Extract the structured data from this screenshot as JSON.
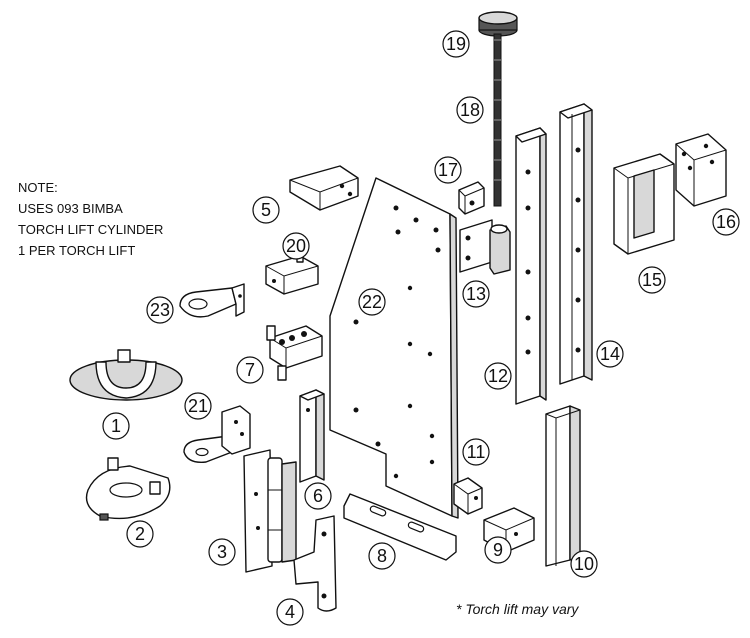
{
  "note": {
    "lines": [
      "NOTE:",
      "USES 093 BIMBA",
      "TORCH LIFT CYLINDER",
      "1 PER TORCH LIFT"
    ]
  },
  "footnote": "* Torch lift may vary",
  "callouts": [
    "1",
    "2",
    "3",
    "4",
    "5",
    "6",
    "7",
    "8",
    "9",
    "10",
    "11",
    "12",
    "13",
    "14",
    "15",
    "16",
    "17",
    "18",
    "19",
    "20",
    "21",
    "22",
    "23"
  ]
}
